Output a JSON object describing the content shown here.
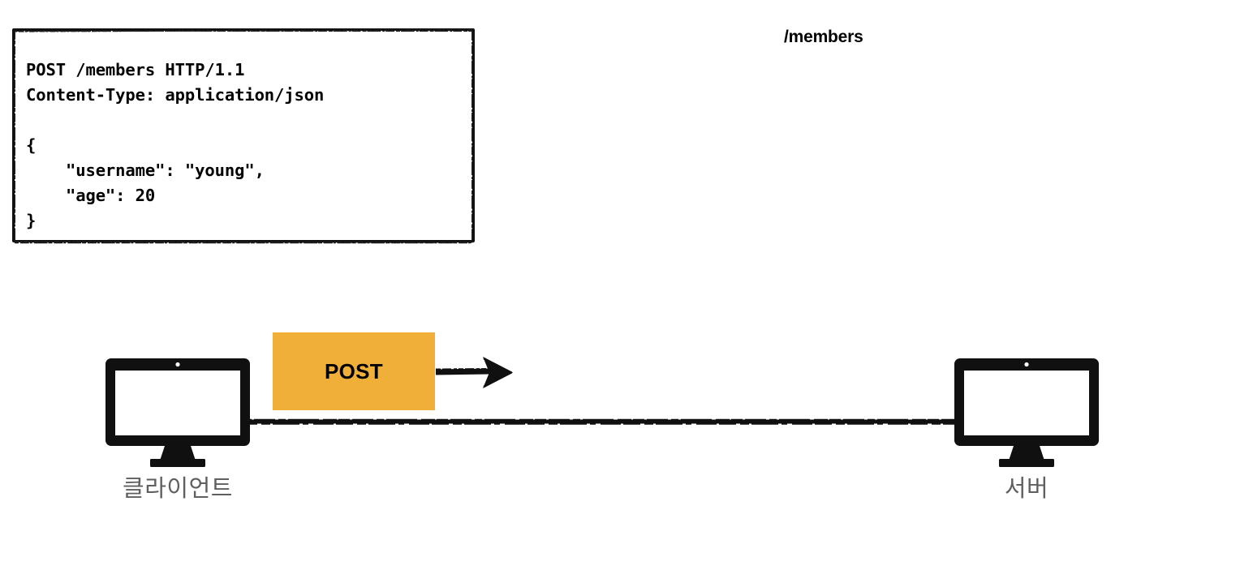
{
  "diagram": {
    "type": "http-request-flow",
    "background_color": "#ffffff"
  },
  "request_box": {
    "name": "http-request-message",
    "request_line": "POST /members HTTP/1.1",
    "header": "Content-Type: application/json",
    "body_open": "{",
    "body_field_username": "    \"username\": \"young\",",
    "body_field_age": "    \"age\": 20",
    "body_close": "}",
    "full_text": "POST /members HTTP/1.1\nContent-Type: application/json\n\n{\n    \"username\": \"young\",\n    \"age\": 20\n}",
    "border_color": "#101010",
    "text_color": "#000000"
  },
  "endpoint": {
    "label": "/members"
  },
  "method_badge": {
    "label": "POST",
    "fill_color": "#efaf38",
    "text_color": "#000000"
  },
  "arrow": {
    "name": "request-direction-arrow",
    "direction": "right",
    "color": "#101010"
  },
  "wire": {
    "name": "client-server-connection",
    "color": "#101010"
  },
  "nodes": [
    {
      "id": "client",
      "label": "클라이언트",
      "icon": "desktop-monitor-icon",
      "label_color": "#5f5f5f"
    },
    {
      "id": "server",
      "label": "서버",
      "icon": "desktop-monitor-icon",
      "label_color": "#5f5f5f"
    }
  ]
}
